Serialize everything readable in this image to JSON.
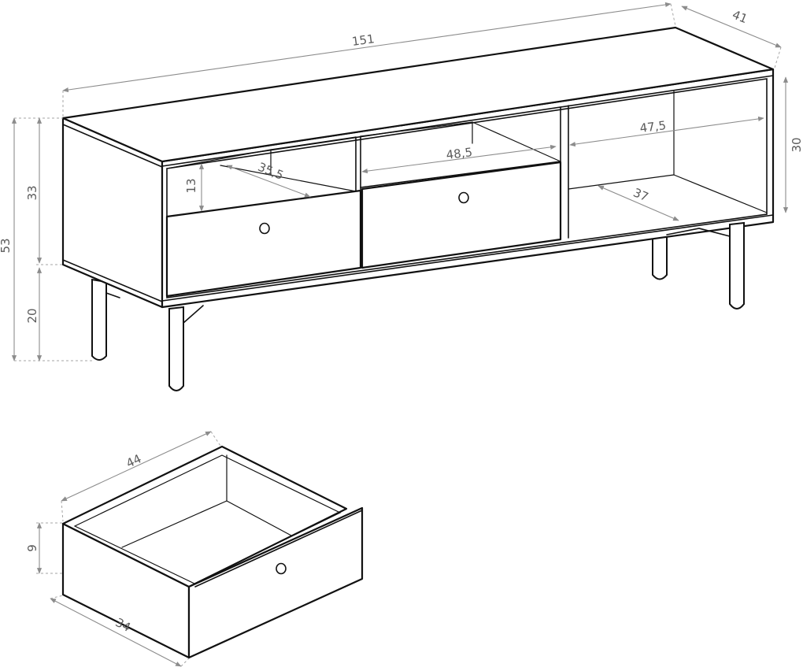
{
  "drawing": {
    "colors": {
      "line": "#111111",
      "dimension_line": "#8c8c8c",
      "dimension_text": "#5a5a5a",
      "background": "#ffffff"
    },
    "cabinet_dimensions": {
      "total_width": "151",
      "depth": "41",
      "total_height": "53",
      "body_height": "33",
      "leg_height": "20",
      "inner_shelf_height": "13",
      "left_niche_depth": "35,5",
      "middle_niche_width": "48,5",
      "right_niche_width": "47,5",
      "right_niche_depth": "37",
      "right_niche_height": "30"
    },
    "drawer_dimensions": {
      "width": "44",
      "depth": "34",
      "height": "9"
    }
  }
}
